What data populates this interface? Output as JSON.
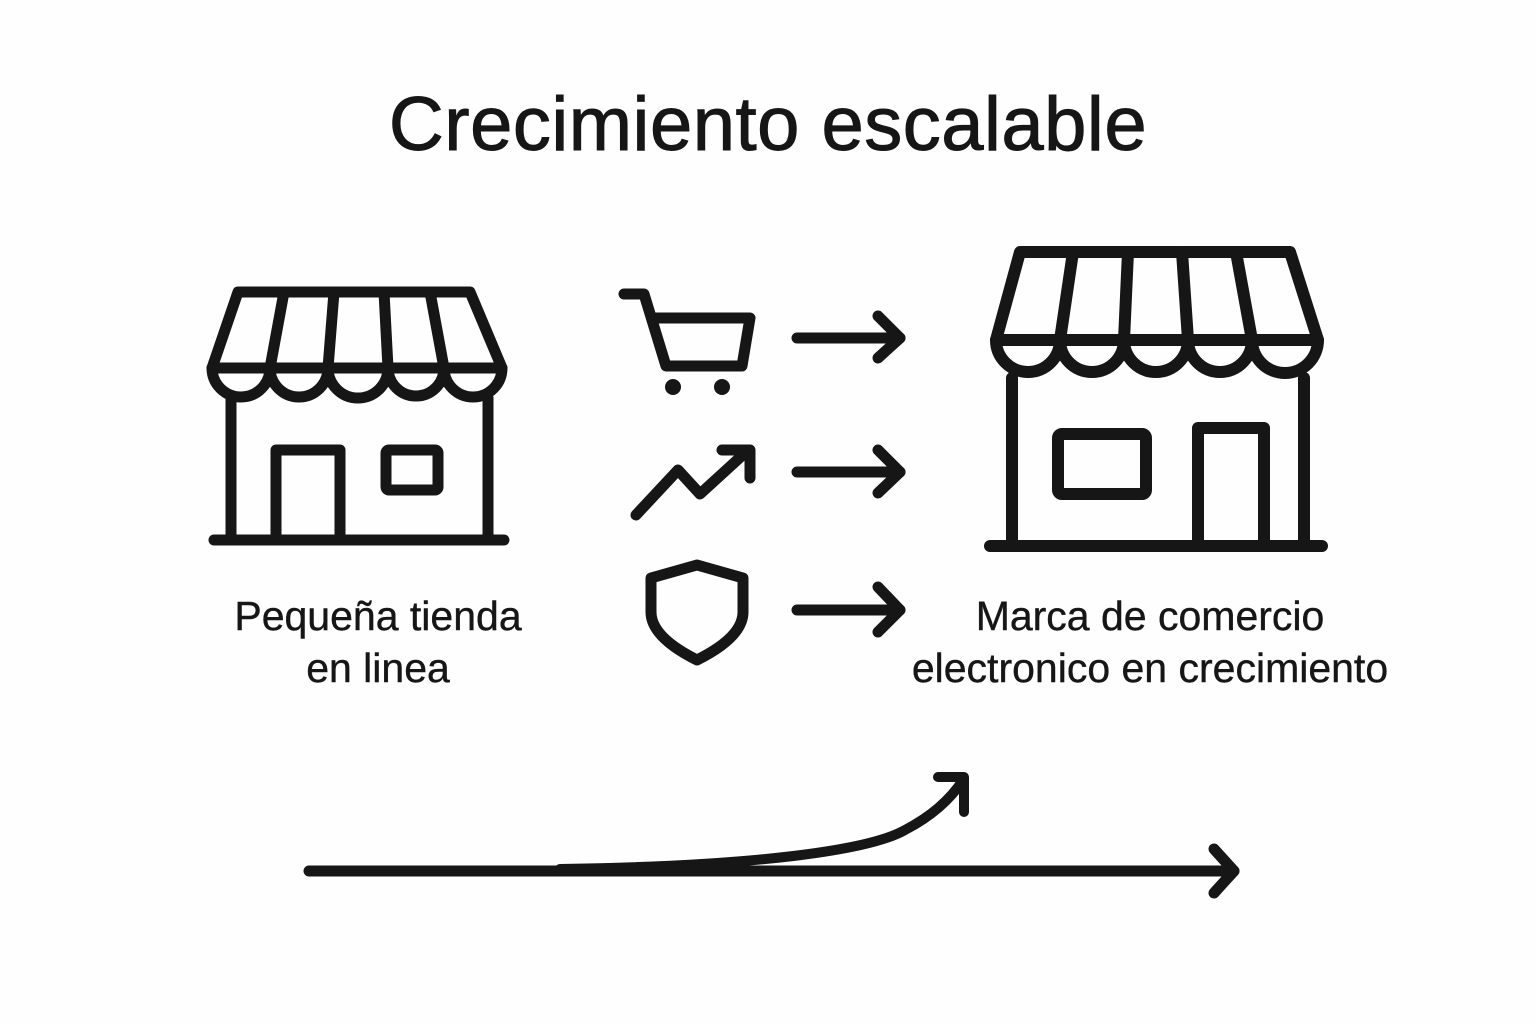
{
  "diagram": {
    "title": "Crecimiento escalable",
    "left_node": {
      "icon": "storefront-small-icon",
      "label_line1": "Pequeña tienda",
      "label_line2": "en linea"
    },
    "right_node": {
      "icon": "storefront-large-icon",
      "label_line1": "Marca de comercio",
      "label_line2": "electronico en crecimiento"
    },
    "drivers": [
      {
        "icon": "shopping-cart-icon",
        "arrow": "arrow-right-icon"
      },
      {
        "icon": "trending-up-icon",
        "arrow": "arrow-right-icon"
      },
      {
        "icon": "shield-icon",
        "arrow": "arrow-right-icon"
      }
    ],
    "bottom_graphic": {
      "baseline_arrow": "arrow-right-long-icon",
      "growth_curve_arrow": "curve-up-arrow-icon"
    },
    "colors": {
      "background": "#fefefe",
      "stroke": "#161616"
    }
  }
}
